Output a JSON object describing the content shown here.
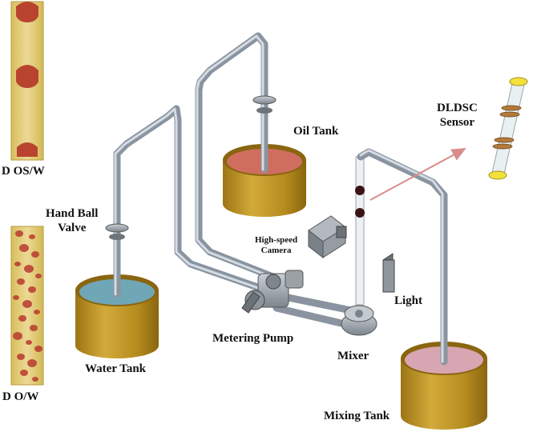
{
  "labels": {
    "dos_w": "D OS/W",
    "do_w": "D O/W",
    "hand_ball_valve_line1": "Hand Ball",
    "hand_ball_valve_line2": "Valve",
    "oil_tank": "Oil Tank",
    "dldsc_line1": "DLDSC",
    "dldsc_line2": "Sensor",
    "high_speed_line1": "High-speed",
    "high_speed_line2": "Camera",
    "light": "Light",
    "metering_pump": "Metering Pump",
    "mixer": "Mixer",
    "water_tank": "Water Tank",
    "mixing_tank": "Mixing Tank"
  },
  "colors": {
    "tank_body": "#b99020",
    "water": "#6fa7b7",
    "oil": "#cf6e5f",
    "mixture": "#d8a6b2",
    "photo_bg": "#e6cf7e",
    "droplet": "#b73a2e",
    "arrow": "#d98c8c",
    "sensor_end": "#f2e13a"
  }
}
